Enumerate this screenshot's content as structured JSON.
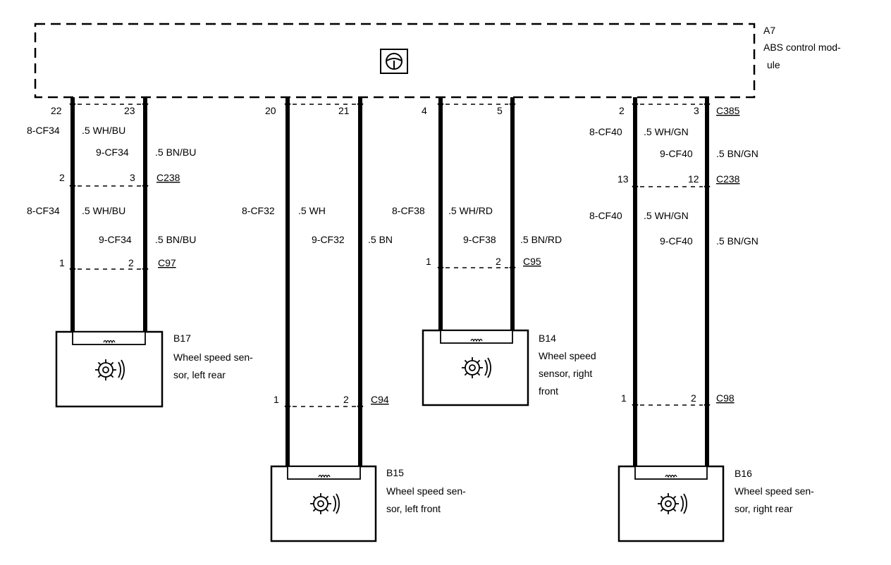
{
  "module": {
    "id": "A7",
    "desc_line1": "ABS control mod-",
    "desc_line2": "ule"
  },
  "sensors": {
    "b17": {
      "id": "B17",
      "line1": "Wheel speed sen-",
      "line2": "sor, left rear"
    },
    "b15": {
      "id": "B15",
      "line1": "Wheel speed sen-",
      "line2": "sor, left front"
    },
    "b14": {
      "id": "B14",
      "line1": "Wheel speed",
      "line2": "sensor, right",
      "line3": "front"
    },
    "b16": {
      "id": "B16",
      "line1": "Wheel speed sen-",
      "line2": "sor, right rear"
    }
  },
  "connectors": {
    "c385": "C385",
    "c238_a": "C238",
    "c238_b": "C238",
    "c97": "C97",
    "c95": "C95",
    "c94": "C94",
    "c98": "C98"
  },
  "pins": {
    "p22": "22",
    "p23": "23",
    "p20": "20",
    "p21": "21",
    "p4": "4",
    "p5": "5",
    "p2m": "2",
    "p3m": "3",
    "c238a_2": "2",
    "c238a_3": "3",
    "c97_1": "1",
    "c97_2": "2",
    "c95_1": "1",
    "c95_2": "2",
    "c94_1": "1",
    "c94_2": "2",
    "c238b_13": "13",
    "c238b_12": "12",
    "c98_1": "1",
    "c98_2": "2"
  },
  "wires": {
    "cf34_8_top_id": "8-CF34",
    "cf34_8_top_spec": ".5 WH/BU",
    "cf34_9_top_id": "9-CF34",
    "cf34_9_top_spec": ".5 BN/BU",
    "cf34_8_bot_id": "8-CF34",
    "cf34_8_bot_spec": ".5 WH/BU",
    "cf34_9_bot_id": "9-CF34",
    "cf34_9_bot_spec": ".5 BN/BU",
    "cf32_8_id": "8-CF32",
    "cf32_8_spec": ".5 WH",
    "cf32_9_id": "9-CF32",
    "cf32_9_spec": ".5 BN",
    "cf38_8_id": "8-CF38",
    "cf38_8_spec": ".5 WH/RD",
    "cf38_9_id": "9-CF38",
    "cf38_9_spec": ".5 BN/RD",
    "cf40_8_top_id": "8-CF40",
    "cf40_8_top_spec": ".5 WH/GN",
    "cf40_9_top_id": "9-CF40",
    "cf40_9_top_spec": ".5 BN/GN",
    "cf40_8_bot_id": "8-CF40",
    "cf40_8_bot_spec": ".5 WH/GN",
    "cf40_9_bot_id": "9-CF40",
    "cf40_9_bot_spec": ".5 BN/GN"
  },
  "colors": {
    "ink": "#000000",
    "paper": "#ffffff"
  },
  "icons": {
    "module_symbol": "steering-wheel-icon",
    "sensor_symbol": "gear-sensor-icon"
  }
}
